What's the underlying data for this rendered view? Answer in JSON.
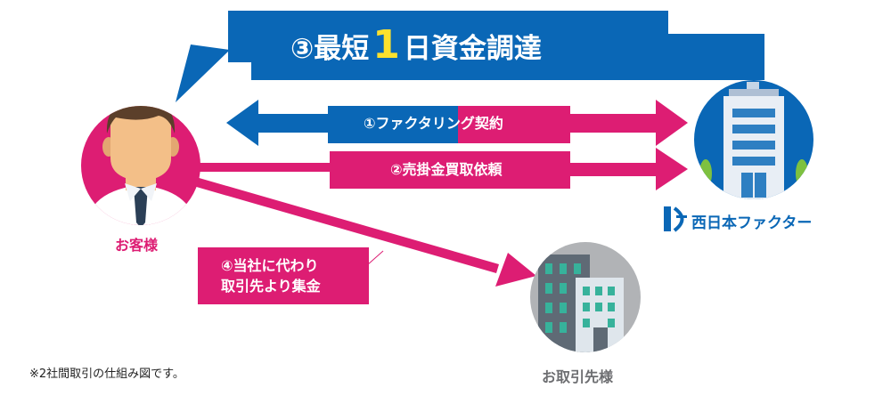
{
  "colors": {
    "blue": "#0a67b6",
    "pink": "#dd1d73",
    "dark_pink": "#c2125f",
    "yellow": "#fde12d",
    "gray_circle": "#b1b3b6",
    "building_teal": "#37b29b",
    "skin": "#f3bf88",
    "hair": "#5b3f2a"
  },
  "steps": {
    "step3": {
      "prefix": "③最短",
      "highlight": "1",
      "suffix": "日資金調達"
    },
    "step1": {
      "label": "①ファクタリング契約"
    },
    "step2": {
      "label": "②売掛金買取依頼"
    },
    "step4": {
      "line1": "④当社に代わり",
      "line2": "取引先より集金"
    }
  },
  "parties": {
    "customer": {
      "label": "お客様"
    },
    "company": {
      "label": "西日本ファクター"
    },
    "client": {
      "label": "お取引先様"
    }
  },
  "footnote": "※2社間取引の仕組み図です。"
}
